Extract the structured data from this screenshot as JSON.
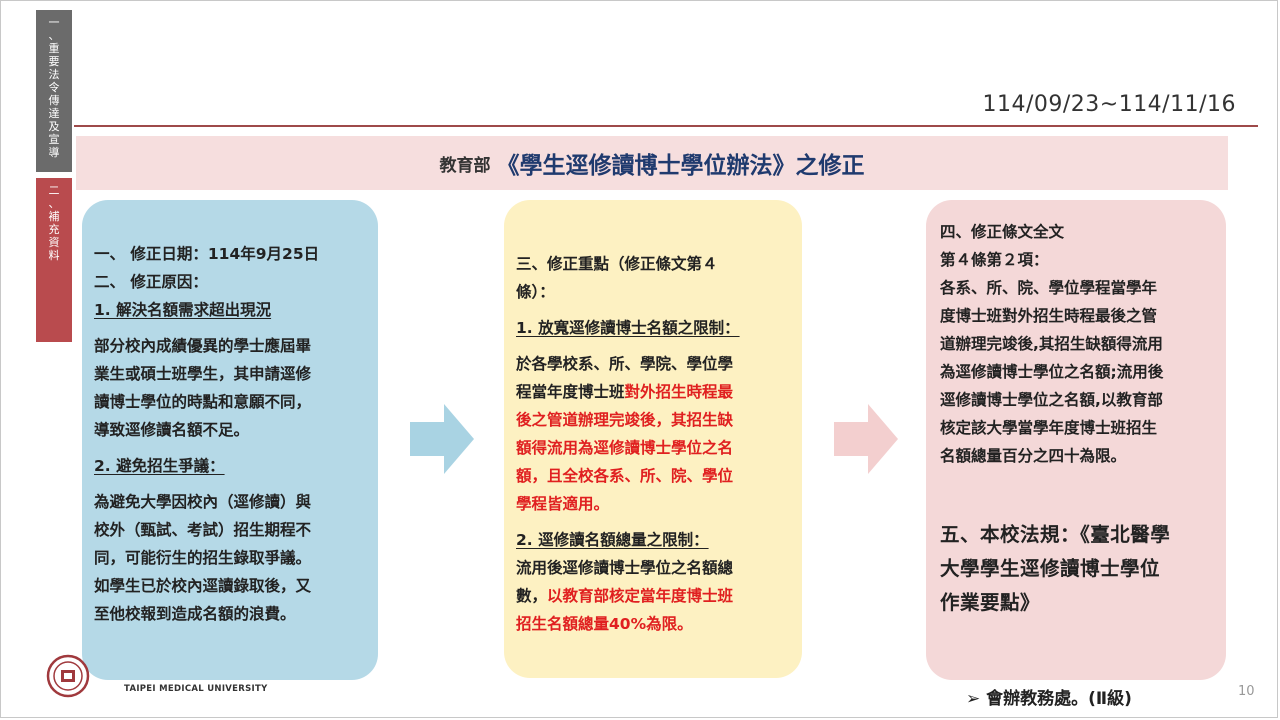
{
  "side_tabs": [
    {
      "chars": [
        "一",
        "、",
        "重",
        "要",
        "法",
        "令",
        "傳",
        "達",
        "及",
        "宣",
        "導"
      ]
    },
    {
      "chars": [
        "二",
        "、",
        "補",
        "充",
        "資",
        "料"
      ]
    }
  ],
  "date_range": "114/09/23~114/11/16",
  "banner": {
    "prefix": "教育部",
    "title": "《學生逕修讀博士學位辦法》之修正"
  },
  "box1": {
    "l1": "一、 修正日期：114年9月25日",
    "l2": "二、 修正原因：",
    "l3": "1. 解決名額需求超出現況",
    "p1": [
      "部分校內成績優異的學士應屆畢",
      "業生或碩士班學生，其申請逕修",
      "讀博士學位的時點和意願不同，",
      "導致逕修讀名額不足。"
    ],
    "l4": "2. 避免招生爭議：",
    "p2": [
      "為避免大學因校內（逕修讀）與",
      "校外（甄試、考試）招生期程不",
      "同，可能衍生的招生錄取爭議。",
      "如學生已於校內逕讀錄取後，又",
      "至他校報到造成名額的浪費。"
    ]
  },
  "box2": {
    "h1": "三、修正重點（修正條文第４",
    "h2": "條）：",
    "s1": "1. 放寬逕修讀博士名額之限制：",
    "p1a": "於各學校系、所、學院、學位學",
    "p1b_black": "程當年度博士班",
    "p1b_red": "對外招生時程最",
    "p1_red": [
      "後之管道辦理完竣後，其招生缺",
      "額得流用為逕修讀博士學位之名",
      "額，且全校各系、所、院、學位",
      "學程皆適用。"
    ],
    "s2": "2. 逕修讀名額總量之限制：",
    "p2a": "流用後逕修讀博士學位之名額總",
    "p2b_black": "數，",
    "p2b_red": "以教育部核定當年度博士班",
    "p2c_red": "招生名額總量40%為限。"
  },
  "box3": {
    "h1": "四、修正條文全文",
    "h2": "第４條第２項：",
    "p": [
      "各系、所、院、學位學程當學年",
      "度博士班對外招生時程最後之管",
      "道辦理完竣後,其招生缺額得流用",
      "為逕修讀博士學位之名額;流用後",
      "逕修讀博士學位之名額,以教育部",
      "核定該大學當學年度博士班招生",
      "名額總量百分之四十為限。"
    ],
    "b": [
      "五、本校法規：《臺北醫學",
      "大學學生逕修讀博士學位",
      "作業要點》"
    ]
  },
  "logo_text": "TAIPEI MEDICAL UNIVERSITY",
  "footer_note": "➢ 會辦教務處。(Ⅱ級)",
  "page_number": "10",
  "colors": {
    "tab_gray": "#6b6b6b",
    "tab_red": "#b94b4e",
    "banner_bg": "#f6dede",
    "box_blue": "#b5d9e7",
    "box_yellow": "#fdf1c2",
    "box_pink": "#f4d8d8",
    "arrow_blue": "#a9d3e3",
    "arrow_pink": "#f3cfcf",
    "highlight_red": "#e02020"
  }
}
